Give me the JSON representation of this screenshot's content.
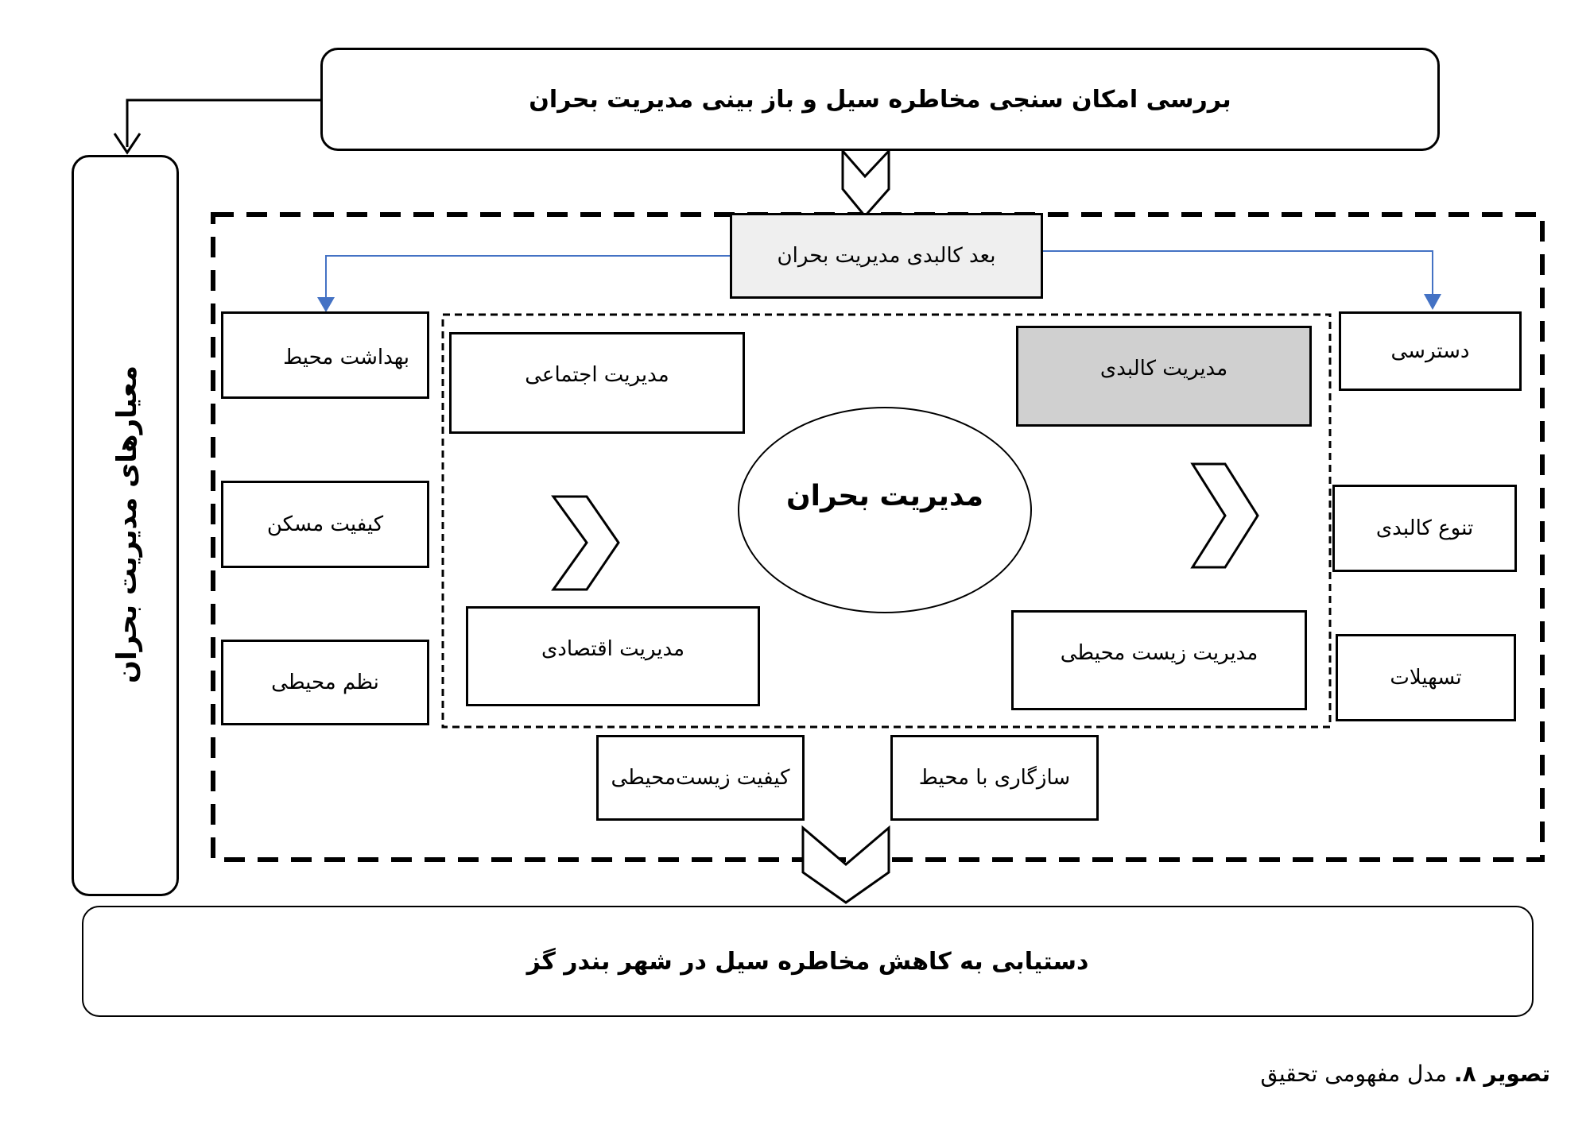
{
  "top_box": "بررسی امکان سنجی مخاطره سیل و باز بینی مدیریت بحران",
  "side_box": "معیارهای مدیریت بحران",
  "center_header": "بعد کالبدی مدیریت بحران",
  "center_ellipse": "مدیریت بحران",
  "inner": {
    "physical": "مدیریت کالبدی",
    "social": "مدیریت اجتماعی",
    "economic": "مدیریت اقتصادی",
    "environmental": "مدیریت زیست محیطی"
  },
  "left_column": [
    "بهداشت محیط",
    "کیفیت مسکن",
    "نظم محیطی"
  ],
  "right_column": [
    "دسترسی",
    "تنوع کالبدی",
    "تسهیلات"
  ],
  "bottom_row": [
    "کیفیت زیست‌محیطی",
    "سازگاری با محیط"
  ],
  "bottom_box": "دستیابی به کاهش مخاطره سیل در شهر بندر گز",
  "caption": {
    "label": "تصویر ۸.",
    "text": "مدل مفهومی تحقیق"
  },
  "colors": {
    "arrow_blue": "#4472c4",
    "shade": "#d0d0d0",
    "header_shade": "#efefef"
  }
}
